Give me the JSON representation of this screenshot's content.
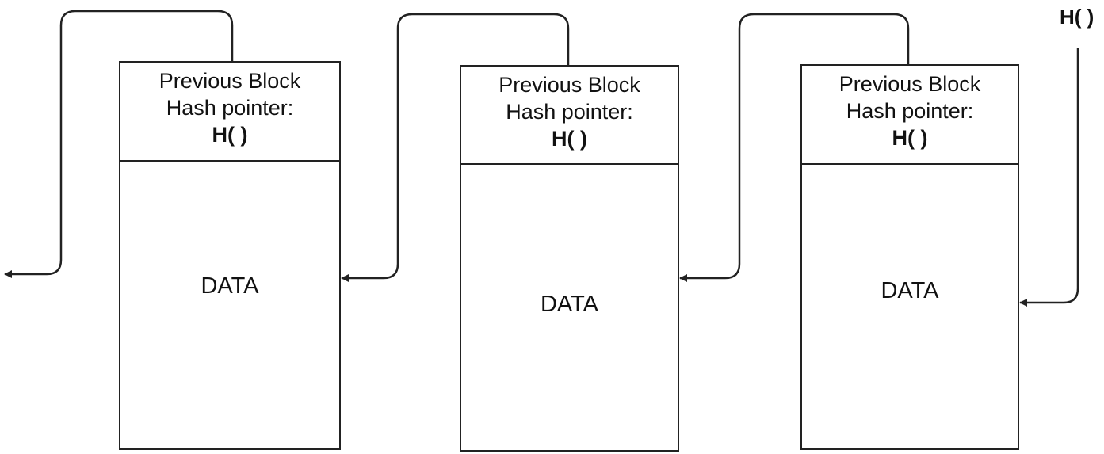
{
  "diagram": {
    "blocks": [
      {
        "header_line1": "Previous Block",
        "header_line2": "Hash pointer:",
        "hash_fn": "H( )",
        "data_label": "DATA"
      },
      {
        "header_line1": "Previous Block",
        "header_line2": "Hash pointer:",
        "hash_fn": "H( )",
        "data_label": "DATA"
      },
      {
        "header_line1": "Previous Block",
        "header_line2": "Hash pointer:",
        "hash_fn": "H( )",
        "data_label": "DATA"
      }
    ],
    "head_pointer_label": "H( )",
    "line_color": "#222222"
  }
}
